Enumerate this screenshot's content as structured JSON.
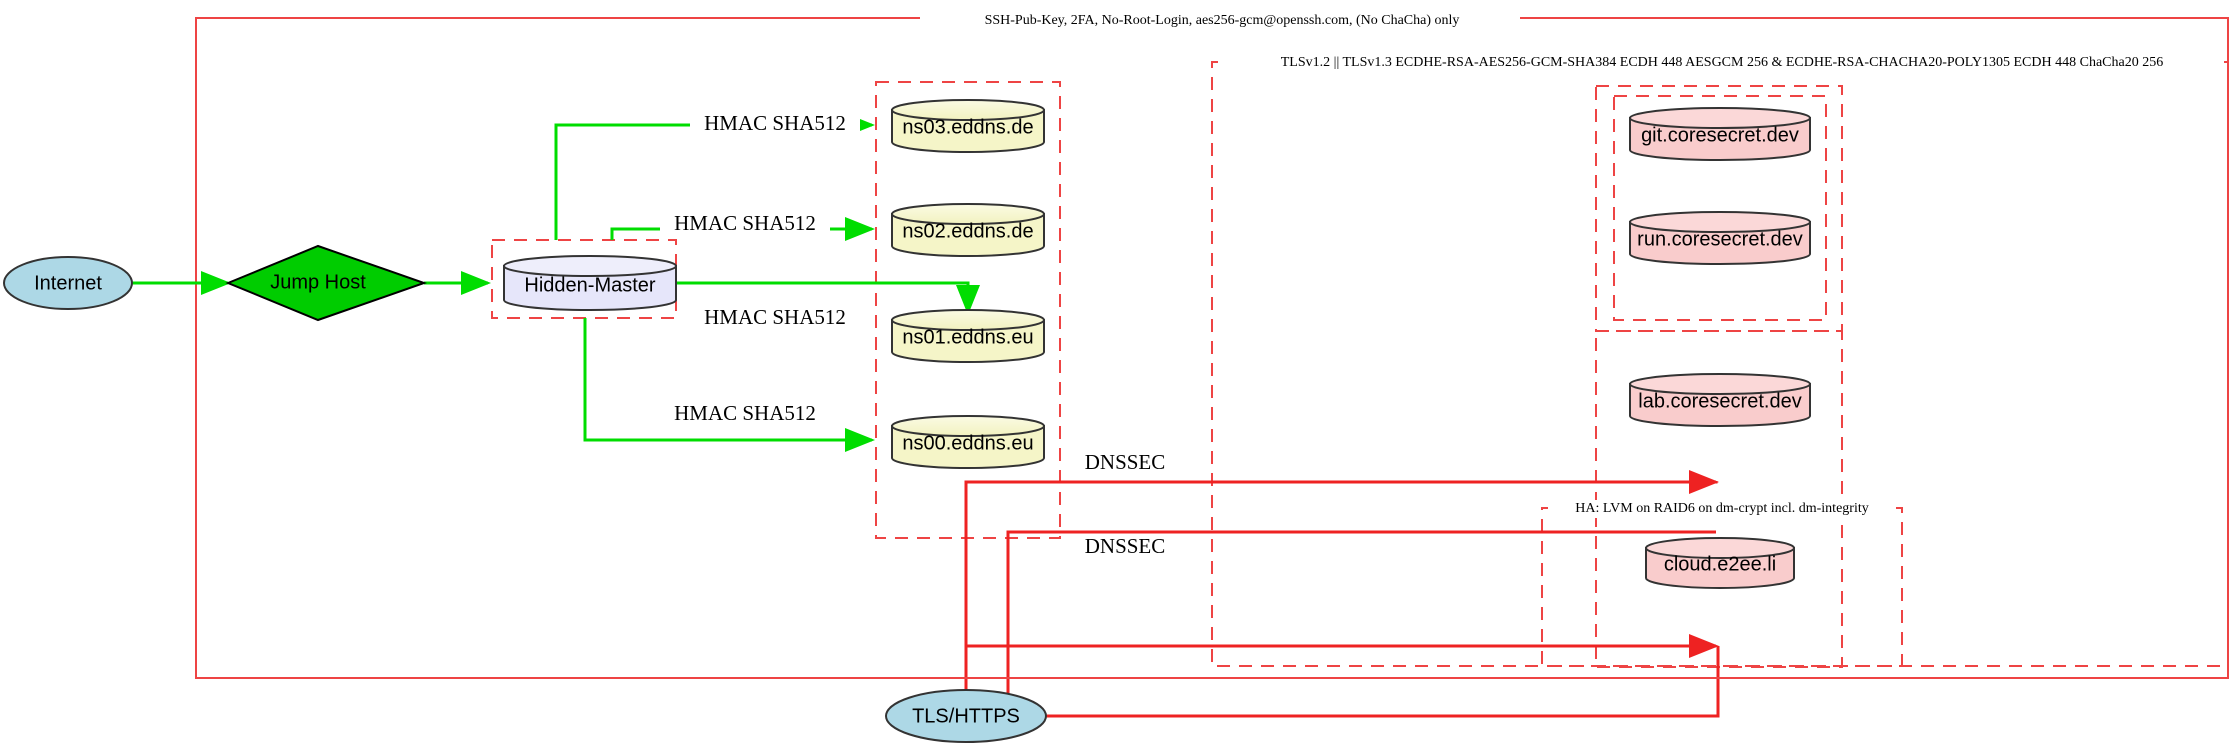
{
  "diagram": {
    "title_label": "SSH-Pub-Key, 2FA, No-Root-Login, aes256-gcm@openssh.com, (No ChaCha) only",
    "tls_box_label": "TLSv1.2 || TLSv1.3 ECDHE-RSA-AES256-GCM-SHA384 ECDH 448 AESGCM 256 & ECDHE-RSA-CHACHA20-POLY1305 ECDH 448 ChaCha20 256",
    "ha_box_label": "HA: LVM on RAID6 on dm-crypt incl. dm-integrity",
    "colors": {
      "ssh_edge": "#00dd00",
      "tls_edge": "#ee2222",
      "boundary": "#ee4444",
      "internet_fill": "#add8e6",
      "jumphost_fill": "#00cc00",
      "master_fill": "#e6e6fa",
      "dns_fill": "#f5f5c8",
      "service_fill": "#f9cccc"
    }
  },
  "nodes": {
    "internet": {
      "label": "Internet",
      "shape": "ellipse"
    },
    "jump_host": {
      "label": "Jump Host",
      "shape": "diamond"
    },
    "hidden_master": {
      "label": "Hidden-Master",
      "shape": "cylinder"
    },
    "tls_https": {
      "label": "TLS/HTTPS",
      "shape": "ellipse"
    },
    "dns": [
      {
        "label": "ns03.eddns.de",
        "shape": "cylinder"
      },
      {
        "label": "ns02.eddns.de",
        "shape": "cylinder"
      },
      {
        "label": "ns01.eddns.eu",
        "shape": "cylinder"
      },
      {
        "label": "ns00.eddns.eu",
        "shape": "cylinder"
      }
    ],
    "services": [
      {
        "label": "git.coresecret.dev",
        "shape": "cylinder"
      },
      {
        "label": "run.coresecret.dev",
        "shape": "cylinder"
      },
      {
        "label": "lab.coresecret.dev",
        "shape": "cylinder"
      },
      {
        "label": "cloud.e2ee.li",
        "shape": "cylinder"
      }
    ]
  },
  "edge_labels": {
    "hmac": [
      "HMAC SHA512",
      "HMAC SHA512",
      "HMAC SHA512",
      "HMAC SHA512"
    ],
    "dnssec": [
      "DNSSEC",
      "DNSSEC"
    ]
  }
}
